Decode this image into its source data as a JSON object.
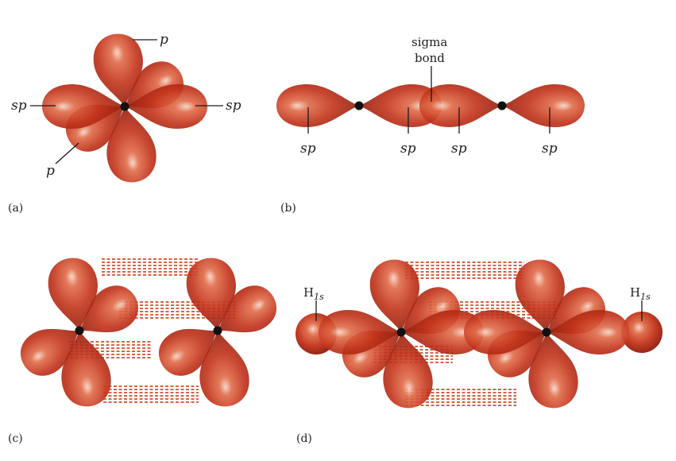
{
  "colors": {
    "lobe_dark": "#9b1d0c",
    "lobe_mid": "#c8361b",
    "lobe_light": "#f2c4b2",
    "nucleus": "#111111",
    "pi_overlap": "#d04a2a"
  },
  "panels": {
    "a": {
      "label": "(a)",
      "p_top": "p",
      "p_bottom": "p",
      "sp_left": "sp",
      "sp_right": "sp"
    },
    "b": {
      "label": "(b)",
      "sigma_line1": "sigma",
      "sigma_line2": "bond",
      "sp1": "sp",
      "sp2": "sp",
      "sp3": "sp",
      "sp4": "sp"
    },
    "c": {
      "label": "(c)"
    },
    "d": {
      "label": "(d)",
      "h_left": "H",
      "h_right": "H",
      "h_subscript": "1s"
    }
  }
}
